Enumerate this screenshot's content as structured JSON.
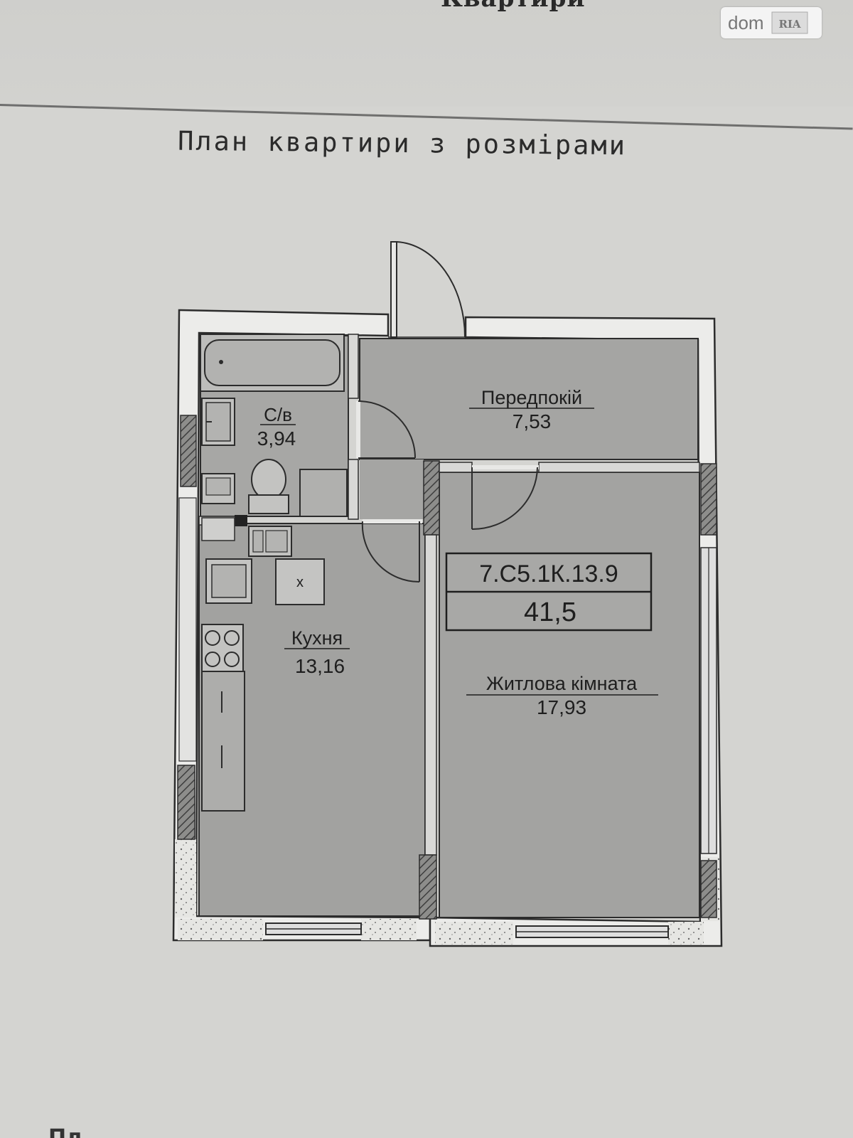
{
  "document": {
    "top_title": "Квартири",
    "heading": "План квартири з розмірами",
    "bottom_text": "Пл"
  },
  "watermark": {
    "text": "dom",
    "badge_text": "RIA"
  },
  "rooms": {
    "bathroom": {
      "name": "С/в",
      "area": "3,94"
    },
    "hallway": {
      "name": "Передпокій",
      "area": "7,53"
    },
    "kitchen": {
      "name": "Кухня",
      "area": "13,16"
    },
    "living": {
      "name": "Житлова кімната",
      "area": "17,93"
    }
  },
  "unit": {
    "code": "7.С5.1К.13.9",
    "total_area": "41,5"
  },
  "kitchen_marker": "х"
}
